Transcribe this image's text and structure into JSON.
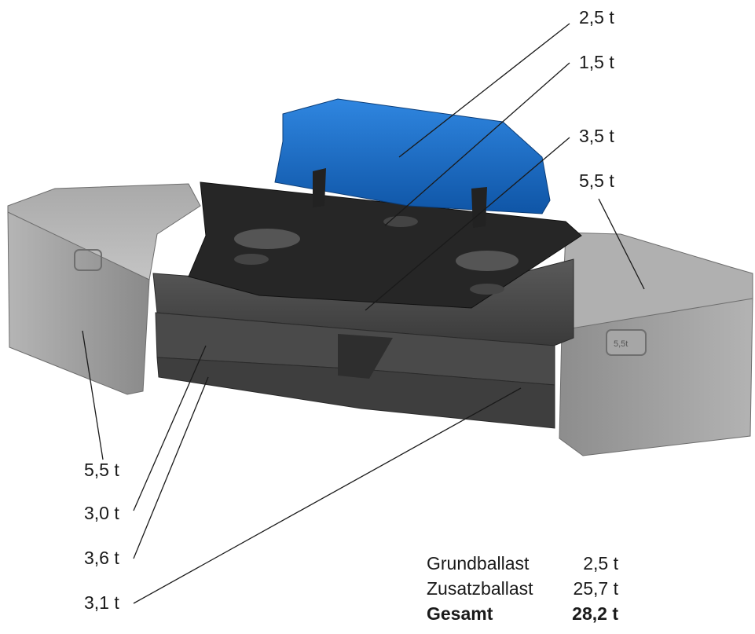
{
  "labels": {
    "top_1": "2,5 t",
    "top_2": "1,5 t",
    "top_3": "3,5 t",
    "right_side": "5,5 t",
    "left_side": "5,5 t",
    "lower_1": "3,0 t",
    "lower_2": "3,6 t",
    "lower_3": "3,1 t",
    "plate_marking": "5,5t"
  },
  "summary": {
    "rows": [
      {
        "label": "Grundballast",
        "value": "2,5 t"
      },
      {
        "label": "Zusatzballast",
        "value": "25,7 t"
      },
      {
        "label": "Gesamt",
        "value": "28,2 t"
      }
    ]
  },
  "colors": {
    "blue_ballast": "#1f6fc8",
    "black_plate": "#2a2a2a",
    "gray_ballast": "#9a9a9a",
    "leader_line": "#1a1a1a"
  }
}
